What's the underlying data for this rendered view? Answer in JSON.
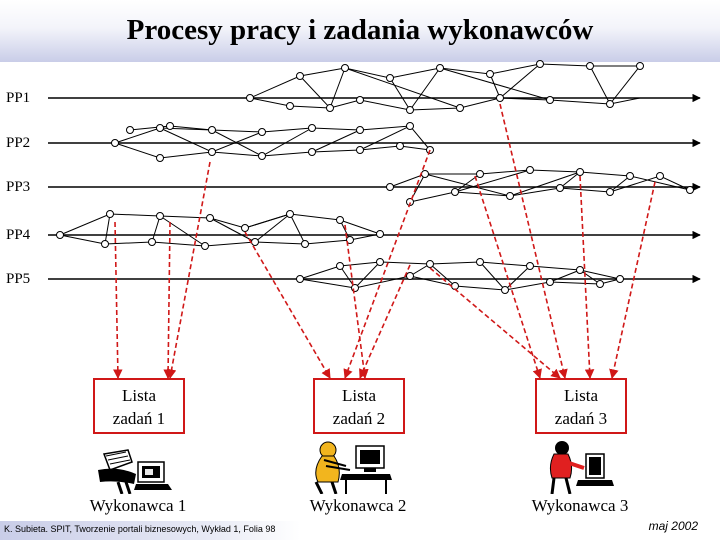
{
  "title": "Procesy pracy i zadania wykonawców",
  "lanes": [
    {
      "label": "PP1"
    },
    {
      "label": "PP2"
    },
    {
      "label": "PP3"
    },
    {
      "label": "PP4"
    },
    {
      "label": "PP5"
    }
  ],
  "task_lists": [
    {
      "line1": "Lista",
      "line2": "zadań 1"
    },
    {
      "line1": "Lista",
      "line2": "zadań 2"
    },
    {
      "line1": "Lista",
      "line2": "zadań 3"
    }
  ],
  "workers": [
    {
      "label": "Wykonawca 1"
    },
    {
      "label": "Wykonawca 2"
    },
    {
      "label": "Wykonawca 3"
    }
  ],
  "footer": {
    "source": "K. Subieta. SPIT, Tworzenie portali biznesowych, Wykład 1, Folia 98",
    "date": "maj 2002"
  },
  "colors": {
    "arrow_dashed": "#d01818",
    "box_border": "#d01818",
    "title_band": "#c9cde8"
  }
}
